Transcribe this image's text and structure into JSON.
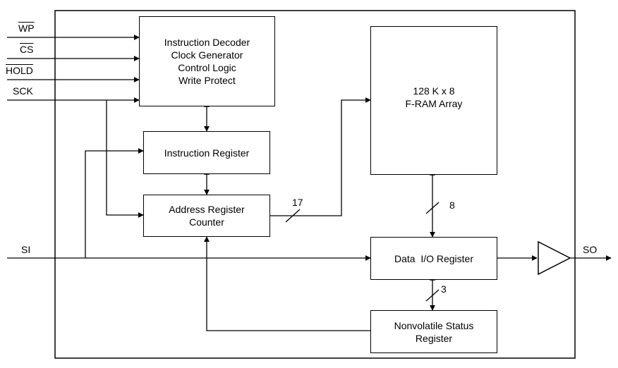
{
  "signals": {
    "wp": "WP",
    "cs": "CS",
    "hold": "HOLD",
    "sck": "SCK",
    "si": "SI",
    "so": "SO"
  },
  "blocks": {
    "control": [
      "Instruction Decoder",
      "Clock Generator",
      "Control Logic",
      "Write Protect"
    ],
    "instruction_register": "Instruction Register",
    "address_register": [
      "Address Register",
      "Counter"
    ],
    "fram_array": [
      "128 K x 8",
      "F-RAM Array"
    ],
    "data_io_register": "Data  I/O Register",
    "status_register": [
      "Nonvolatile Status",
      "Register"
    ]
  },
  "bus_widths": {
    "address": "17",
    "data": "8",
    "status": "3"
  }
}
